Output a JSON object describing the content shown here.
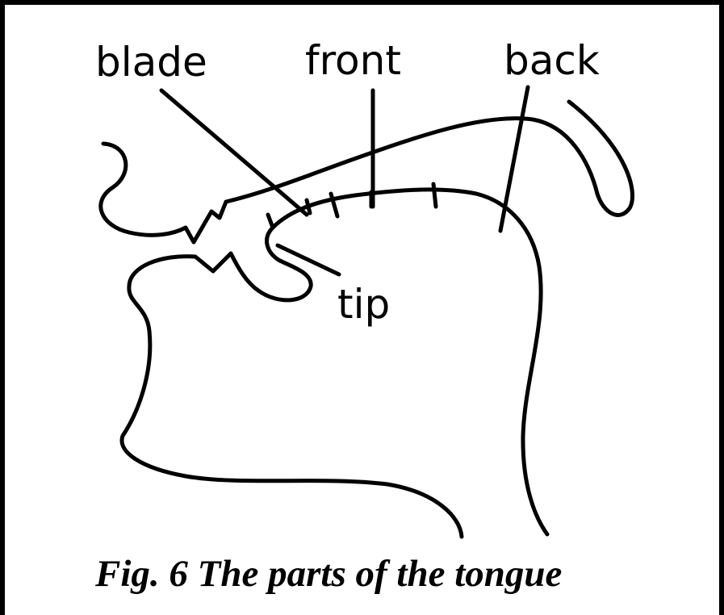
{
  "diagram": {
    "labels": {
      "blade": "blade",
      "front": "front",
      "back": "back",
      "tip": "tip"
    },
    "caption": "Fig. 6 The parts of the tongue",
    "stroke_color": "#000000",
    "background_color": "#ffffff"
  }
}
